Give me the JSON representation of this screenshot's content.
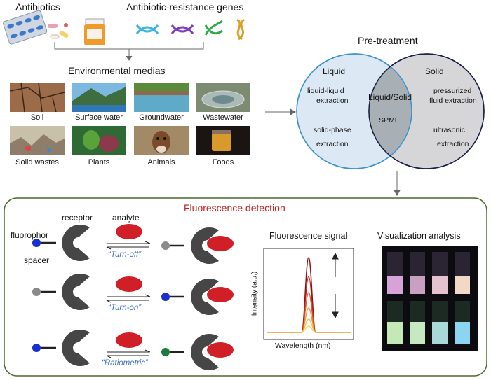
{
  "top": {
    "antibiotics_title": "Antibiotics",
    "genes_title": "Antibiotic-resistance genes",
    "env_title": "Environmental medias",
    "media": [
      "Soil",
      "Surface water",
      "Groundwater",
      "Wastewater",
      "Solid wastes",
      "Plants",
      "Animals",
      "Foods"
    ]
  },
  "pretreatment": {
    "title": "Pre-treatment",
    "liquid_title": "Liquid",
    "solid_title": "Solid",
    "overlap_title": "Liquid/Solid",
    "liquid_methods": [
      "liquid-liquid",
      "extraction",
      "solid-phase",
      "extraction"
    ],
    "overlap_method": "SPME",
    "solid_methods": [
      "pressurized",
      "fluid extraction",
      "ultrasonic",
      "extraction"
    ]
  },
  "detection": {
    "title": "Fluorescence detection",
    "fluorophor": "fluorophor",
    "receptor": "receptor",
    "analyte": "analyte",
    "spacer": "spacer",
    "modes": [
      "“Turn-off”",
      "“Turn-on”",
      "“Ratiometric”"
    ],
    "signal_title": "Fluorescence signal",
    "signal_ylabel": "Intensity  (a.u.)",
    "signal_xlabel": "Wavelength  (nm)",
    "visual_title": "Visualization analysis"
  },
  "colors": {
    "accent_red": "#cc1d1d",
    "mode_blue": "#3a6fc4",
    "box_border": "#4a6a2a",
    "liquid_fill": "#dce9f5",
    "solid_fill": "#d6d6d8",
    "overlap_fill": "#a9b0b5"
  }
}
